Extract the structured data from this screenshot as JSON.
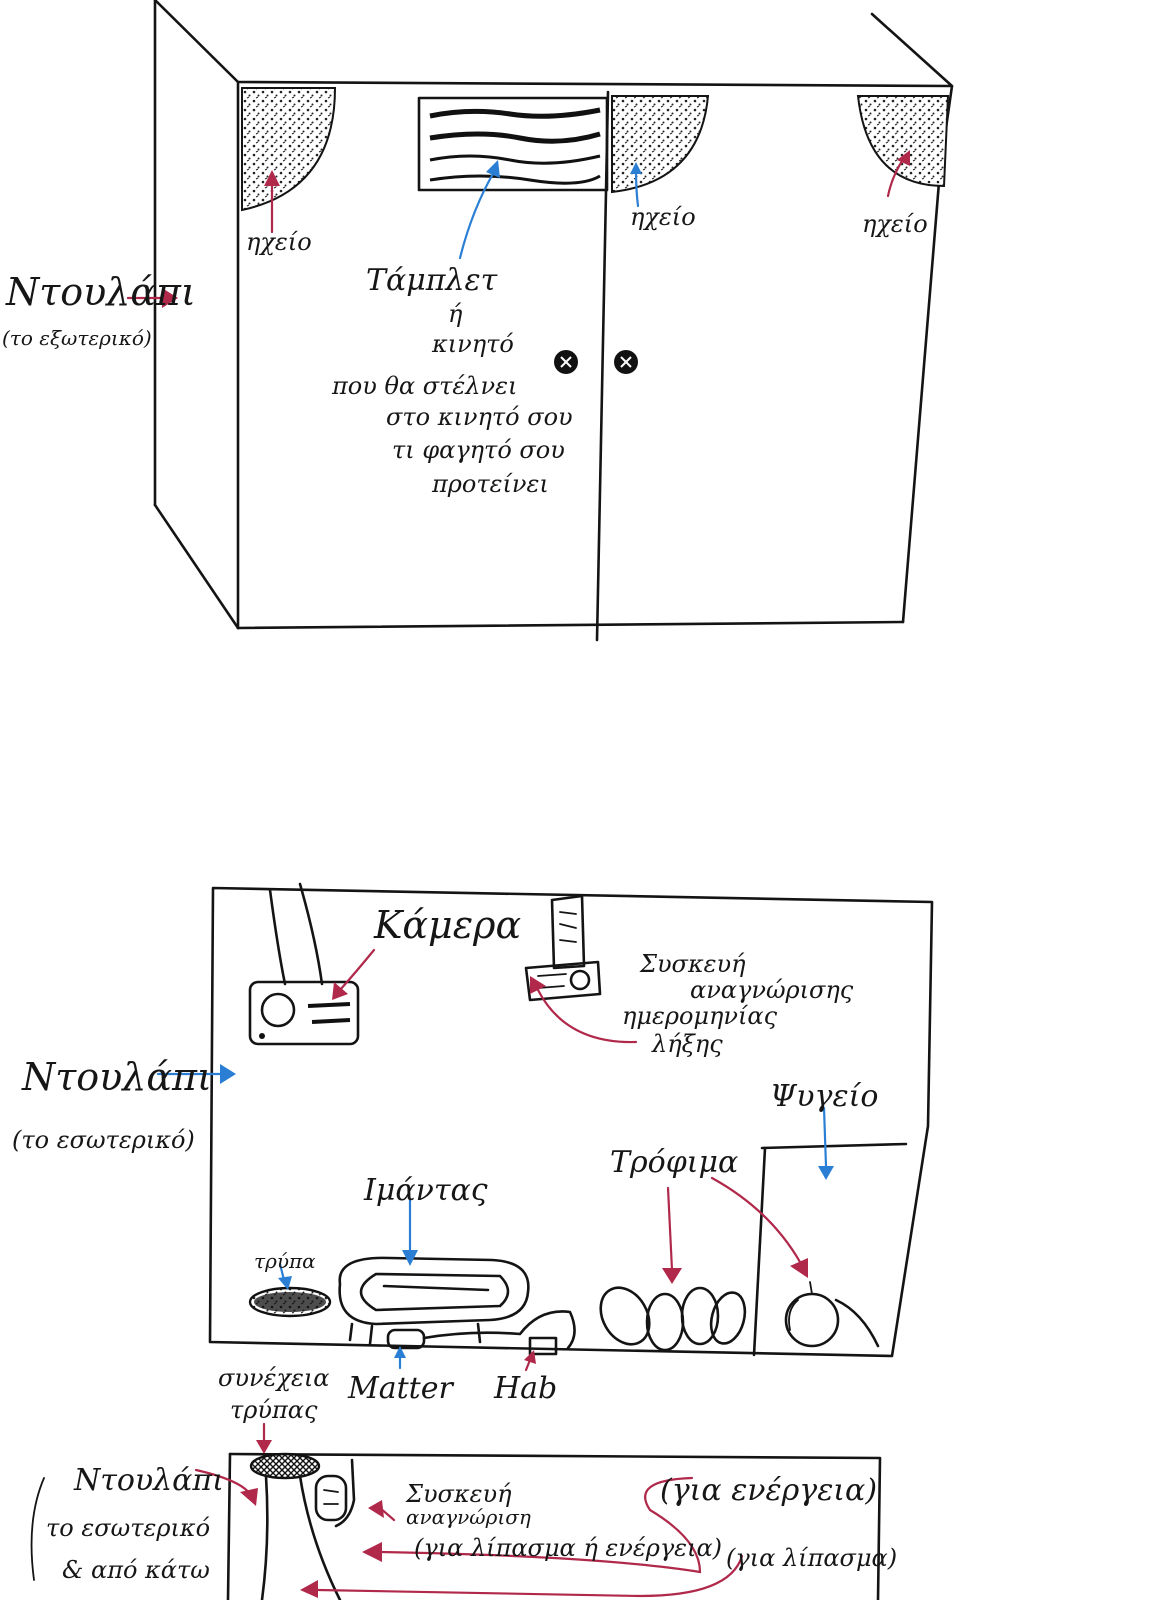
{
  "exterior": {
    "cupboard_label": "Ντουλάπι",
    "cupboard_sub": "(το εξωτερικό)",
    "speaker_1": "ηχείο",
    "speaker_2": "ηχείο",
    "speaker_3": "ηχείο",
    "tablet_lines": [
      "Τάμπλετ",
      "ή",
      "κινητό",
      "που θα στέλνει",
      "στο κινητό σου",
      "τι φαγητό σου",
      "προτείνει"
    ]
  },
  "interior": {
    "cupboard_label": "Ντουλάπι",
    "cupboard_sub": "(το εσωτερικό)",
    "camera": "Κάμερα",
    "device_lines": [
      "Συσκευή",
      "αναγνώρισης",
      "ημερομηνίας",
      "λήξης"
    ],
    "fridge": "Ψυγείο",
    "food": "Τρόφιμα",
    "belt": "Ιμάντας",
    "hole": "τρύπα",
    "matter": "Matter",
    "hub": "Hab",
    "continues_lines": [
      "συνέχεια",
      "τρύπας"
    ]
  },
  "underside": {
    "cupboard_lines": [
      "Ντουλάπι",
      "το εσωτερικό",
      "& από κάτω"
    ],
    "device_lines": [
      "Συσκευή",
      "αναγνώριση",
      "(για λίπασμα ή ενέργεια)"
    ],
    "energy": "(για ενέργεια)",
    "fertilizer": "(για λίπασμα)"
  }
}
